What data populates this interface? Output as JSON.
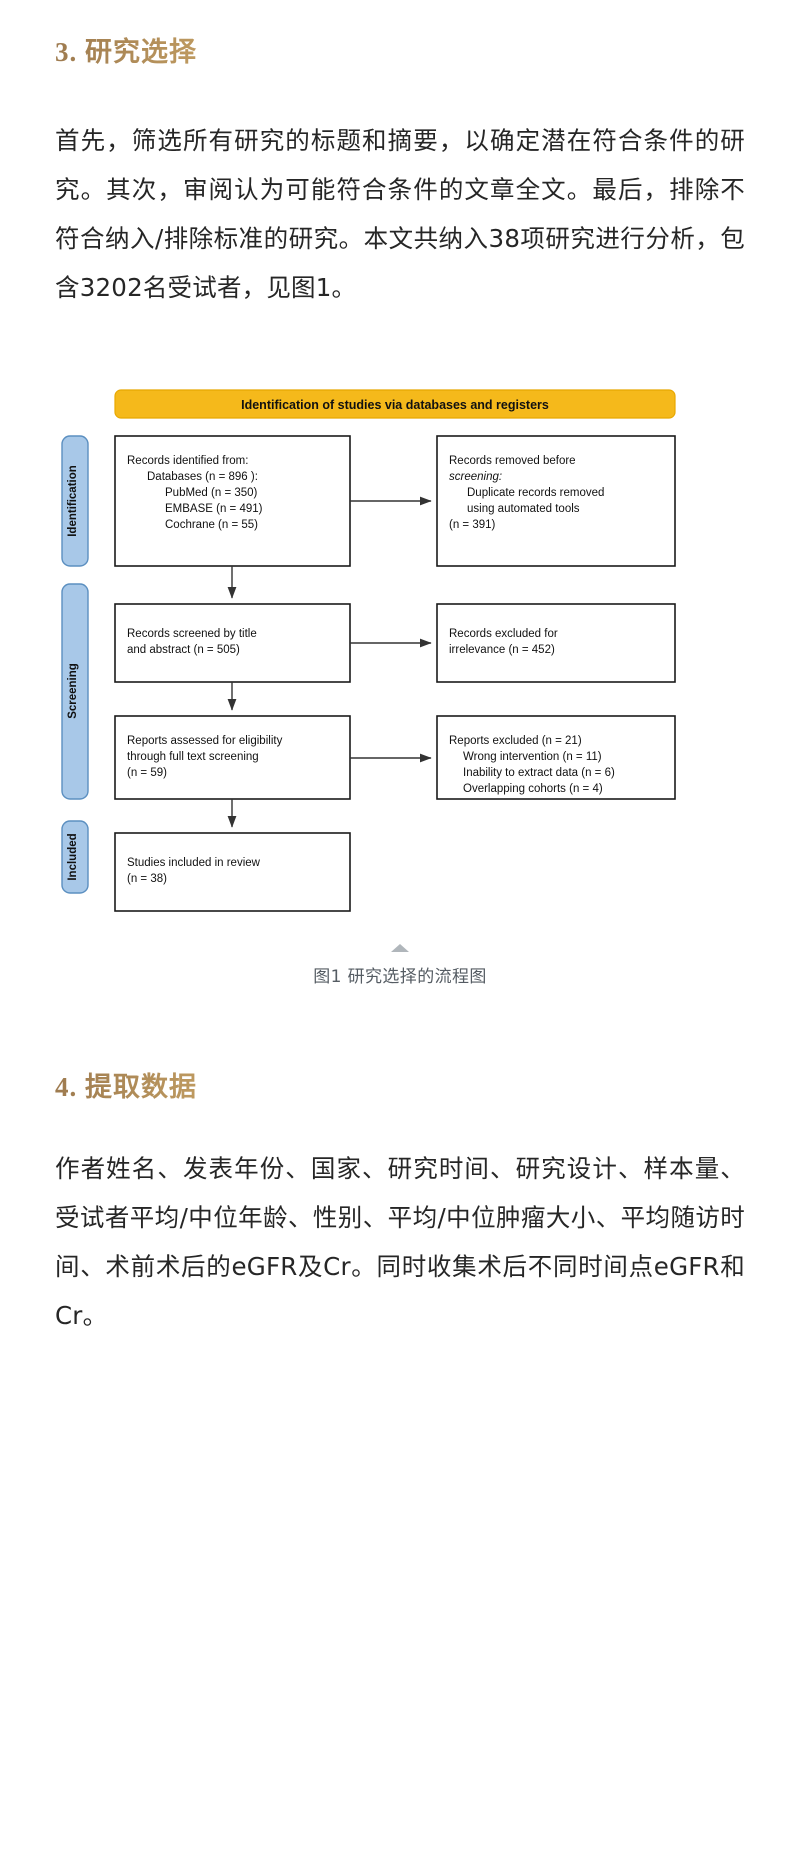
{
  "document": {
    "sections": [
      {
        "id": "study-selection",
        "heading": "3. 研究选择",
        "paragraph": "首先，筛选所有研究的标题和摘要，以确定潜在符合条件的研究。其次，审阅认为可能符合条件的文章全文。最后，排除不符合纳入/排除标准的研究。本文共纳入38项研究进行分析，包含3202名受试者，见图1。"
      },
      {
        "id": "data-extraction",
        "heading": "4. 提取数据",
        "paragraph": "作者姓名、发表年份、国家、研究时间、研究设计、样本量、受试者平均/中位年龄、性别、平均/中位肿瘤大小、平均随访时间、术前术后的eGFR及Cr。同时收集术后不同时间点eGFR和Cr。"
      }
    ]
  },
  "figure": {
    "caption": "图1 研究选择的流程图",
    "banner": "Identification of studies via databases and registers",
    "colors": {
      "banner_fill": "#f5b91b",
      "banner_stroke": "#e8a800",
      "stage_fill": "#a8c8e8",
      "stage_stroke": "#5b8fc0",
      "box_stroke": "#1a1a1a",
      "arrow": "#333333"
    },
    "stages": [
      {
        "label": "Identification"
      },
      {
        "label": "Screening"
      },
      {
        "label": "Included"
      }
    ],
    "boxes": {
      "identified": [
        "Records identified from:",
        "Databases (n =  896 ):",
        "PubMed (n = 350)",
        "EMBASE (n = 491)",
        "Cochrane (n = 55)"
      ],
      "removed": [
        "Records removed before",
        "screening:",
        "Duplicate records removed",
        "using automated tools",
        "(n = 391)"
      ],
      "screened": [
        "Records screened by title",
        "and abstract (n = 505)"
      ],
      "excluded_irrelevance": [
        "Records excluded for",
        "irrelevance (n = 452)"
      ],
      "assessed": [
        "Reports assessed for eligibility",
        "through full text screening",
        "(n = 59)"
      ],
      "reports_excluded": [
        "Reports excluded (n = 21)",
        "Wrong intervention (n = 11)",
        "Inability to extract data (n = 6)",
        "Overlapping cohorts (n = 4)"
      ],
      "included": [
        "Studies included in review",
        "(n = 38)"
      ]
    }
  }
}
